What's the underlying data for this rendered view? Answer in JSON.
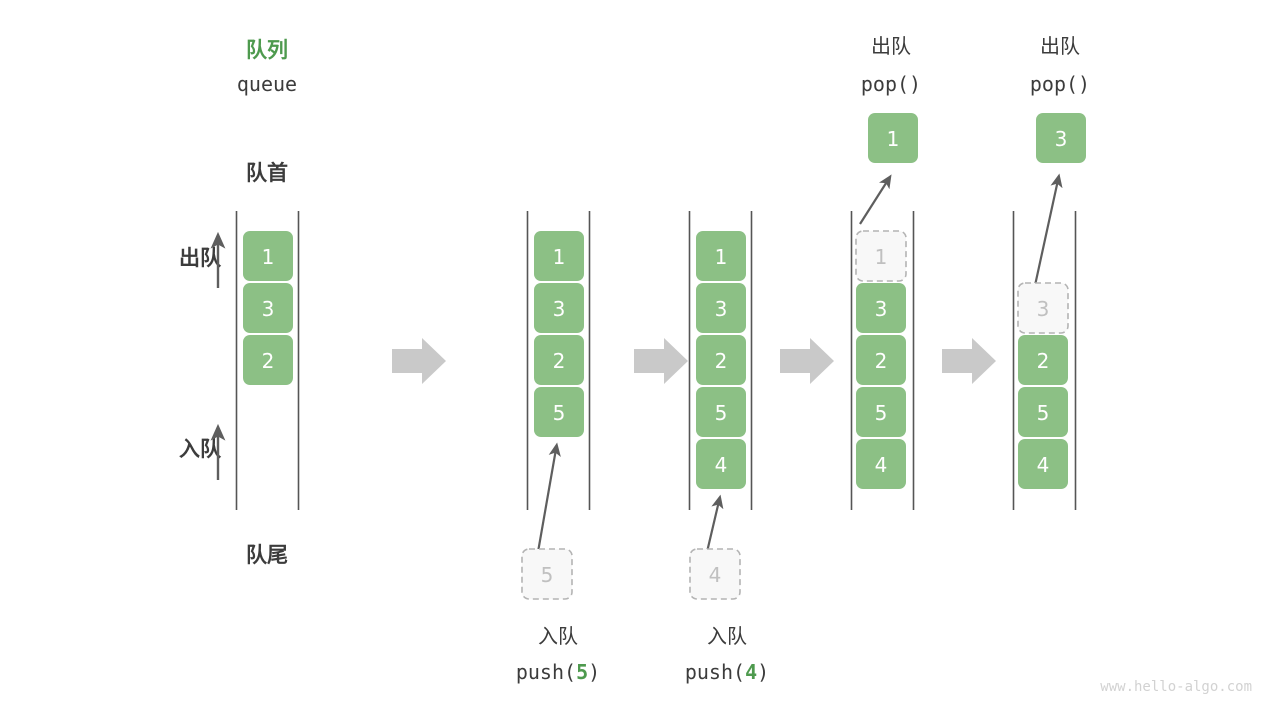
{
  "title": {
    "cn": "队列",
    "en": "queue"
  },
  "labels": {
    "front": "队首",
    "rear": "队尾",
    "dequeue": "出队",
    "enqueue": "入队"
  },
  "colors": {
    "accent_green": "#8cc085",
    "title_green": "#4e9a4e",
    "rail_gray": "#555555",
    "arrow_gray": "#5e5e5e",
    "block_arrow_gray": "#c9c9c9",
    "ghost_fill": "#f8f8f8",
    "ghost_stroke": "#b4b4b4",
    "ghost_text": "#c0c0c0",
    "text_dark": "#3c3c3c",
    "watermark": "#d2d2d2",
    "background": "#ffffff"
  },
  "stages": [
    {
      "id": "stage-initial",
      "cells": [
        "1",
        "3",
        "2"
      ],
      "ghost_index": -1,
      "caption_cn": "",
      "caption_fn": "",
      "caption_arg": ""
    },
    {
      "id": "stage-push-5",
      "cells": [
        "1",
        "3",
        "2",
        "5"
      ],
      "ghost_index": -1,
      "incoming_value": "5",
      "caption_cn": "入队",
      "caption_fn_prefix": "push(",
      "caption_arg": "5",
      "caption_fn_suffix": ")"
    },
    {
      "id": "stage-push-4",
      "cells": [
        "1",
        "3",
        "2",
        "5",
        "4"
      ],
      "ghost_index": -1,
      "incoming_value": "4",
      "caption_cn": "入队",
      "caption_fn_prefix": "push(",
      "caption_arg": "4",
      "caption_fn_suffix": ")"
    },
    {
      "id": "stage-pop-1",
      "cells": [
        "1",
        "3",
        "2",
        "5",
        "4"
      ],
      "ghost_index": 0,
      "popped_value": "1",
      "header_cn": "出队",
      "header_fn": "pop()"
    },
    {
      "id": "stage-pop-3",
      "cells": [
        "3",
        "2",
        "5",
        "4"
      ],
      "ghost_index": 0,
      "popped_value": "3",
      "header_cn": "出队",
      "header_fn": "pop()"
    }
  ],
  "watermark": "www.hello-algo.com"
}
